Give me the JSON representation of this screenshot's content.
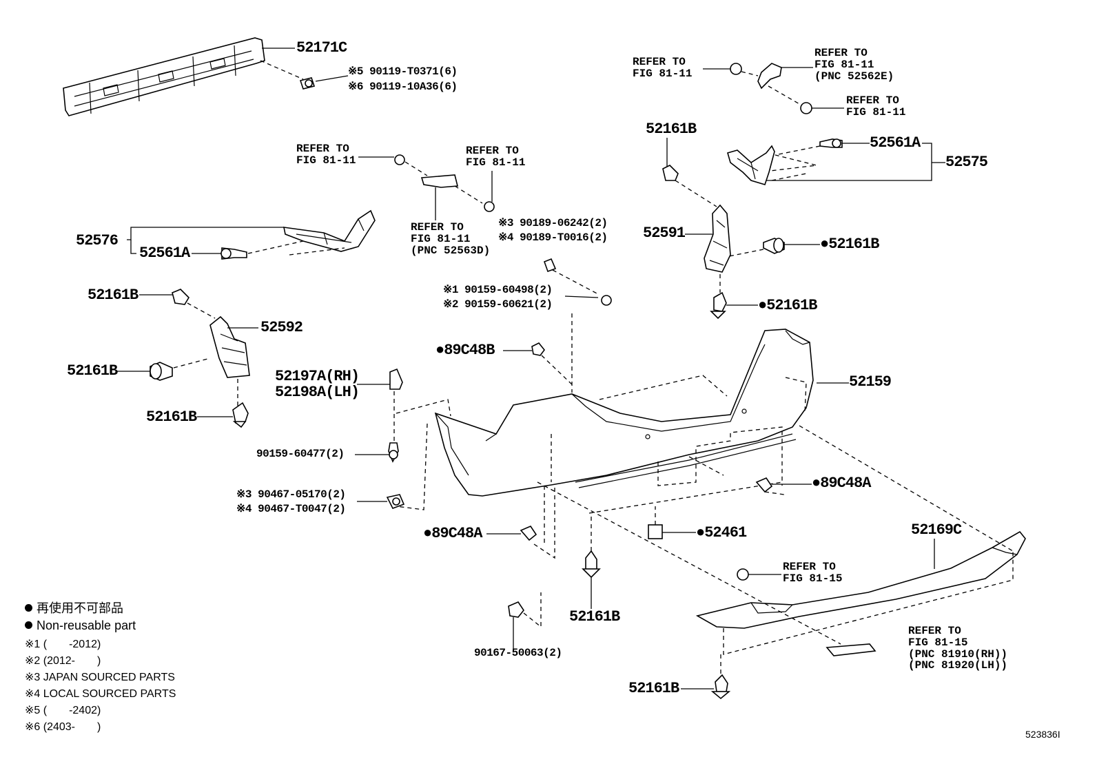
{
  "diagram_id": "523836I",
  "parts": {
    "reinforcement": "52171C",
    "bolt_reinf_5": "※5 90119-T0371(6)",
    "bolt_reinf_6": "※6 90119-10A36(6)",
    "bracket_left_assy": "52576",
    "bracket_left_bolt": "52561A",
    "clip_left_upper": "52161B",
    "retainer_left": "52592",
    "clip_left_mid": "52161B",
    "clip_left_lower": "52161B",
    "side_mount_rh": "52197A(RH)",
    "side_mount_lh": "52198A(LH)",
    "screw_side": "90159-60477(2)",
    "nut_3": "※3 90467-05170(2)",
    "nut_4": "※4 90467-T0047(2)",
    "clip_89c48a_left": "●89C48A",
    "screw_bottom": "90167-50063(2)",
    "clip_bottom_center": "52161B",
    "bumper_cover": "52159",
    "clip_89c48b": "●89C48B",
    "screw_1": "※1 90159-60498(2)",
    "screw_2": "※2 90159-60621(2)",
    "bolt_3": "※3 90189-06242(2)",
    "bolt_4": "※4 90189-T0016(2)",
    "clip_89c48a_right": "●89C48A",
    "pad_52461": "●52461",
    "retainer_right": "52591",
    "clip_right_top": "52161B",
    "clip_right_mid": "●52161B",
    "clip_right_lower": "●52161B",
    "bracket_right_assy": "52575",
    "bracket_right_bolt": "52561A",
    "lower_spoiler": "52169C",
    "clip_bottom_right": "52161B"
  },
  "refs": {
    "ref_a": "REFER TO\nFIG 81-11",
    "ref_b": "REFER TO\nFIG 81-11",
    "ref_c": "REFER TO\nFIG 81-11\n(PNC 52563D)",
    "ref_d": "REFER TO\nFIG 81-11",
    "ref_e": "REFER TO\nFIG 81-11\n(PNC 52562E)",
    "ref_f": "REFER TO\nFIG 81-11",
    "ref_g": "REFER TO\nFIG 81-15",
    "ref_h": "REFER TO\nFIG 81-15\n(PNC 81910(RH))\n(PNC 81920(LH))"
  },
  "legend": {
    "nonreusable_jp": "再使用不可部品",
    "nonreusable_en": "Non-reusable part",
    "n1": "※1 (　　-2012)",
    "n2": "※2 (2012-　　)",
    "n3": "※3 JAPAN SOURCED PARTS",
    "n4": "※4 LOCAL SOURCED PARTS",
    "n5": "※5 (　　-2402)",
    "n6": "※6 (2403-　　)"
  }
}
